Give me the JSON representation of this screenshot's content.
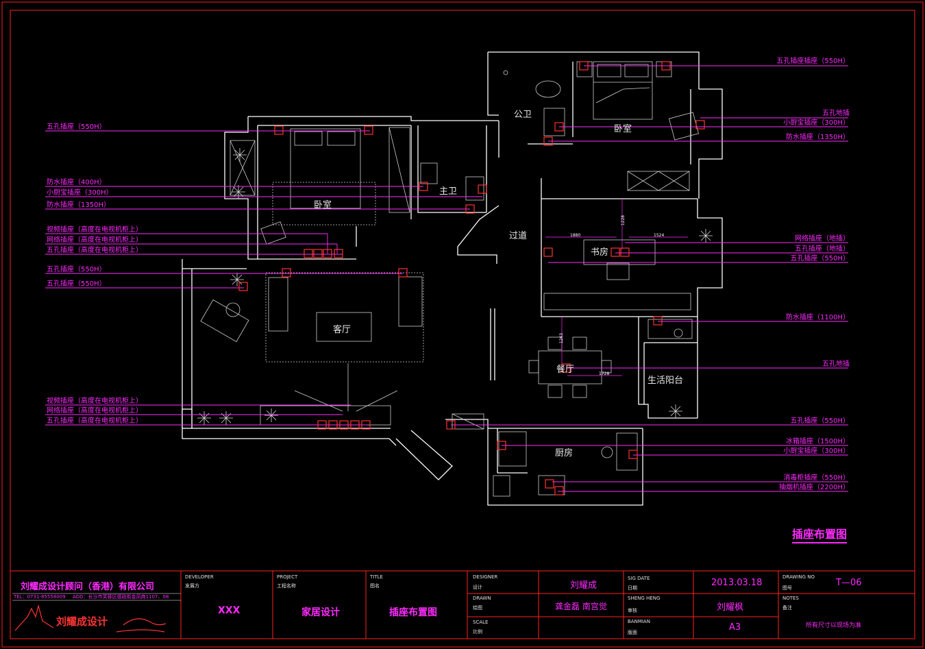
{
  "left_labels": [
    "五孔插座（550H）",
    "防水插座（400H）",
    "小厨宝插座（300H）",
    "防水插座（1350H）",
    "视频插座（高度在电视机柜上）",
    "网络插座（高度在电视机柜上）",
    "五孔插座（高度在电视机柜上）",
    "五孔插座（550H）",
    "五孔插座（550H）",
    "视频插座（高度在电视机柜上）",
    "网络插座（高度在电视机柜上）",
    "五孔插座（高度在电视机柜上）"
  ],
  "right_labels": [
    "五孔插座插座（550H）",
    "五孔地插",
    "小厨宝插座（300H）",
    "防水插座（1350H）",
    "网络插座（地插）",
    "五孔插座（地插）",
    "五孔插座（550H）",
    "防水插座（1100H）",
    "五孔地插",
    "五孔插座（550H）",
    "冰箱插座（1500H）",
    "小厨宝插座（300H）",
    "消毒柜插座（550H）",
    "抽烟机插座（2200H）"
  ],
  "rooms": {
    "public_bath": "公卫",
    "master_bed": "卧室",
    "second_bed": "卧室",
    "main_bath": "主卫",
    "corridor": "过道",
    "study": "书房",
    "living": "客厅",
    "dining": "餐厅",
    "balcony": "生活阳台",
    "kitchen": "厨房"
  },
  "dimensions": [
    "1880",
    "1524",
    "1228",
    "1728",
    "1263"
  ],
  "sheet_title": "插座布置图",
  "title_block": {
    "company": "刘耀成设计顾问（香港）有限公司",
    "tel": "TEL：0731-85558009",
    "address": "ADD：长沙市芙蓉区德政街金凤商1107、08",
    "logo_text": "刘耀成设计",
    "developer_label": "DEVELOPER",
    "developer_sub": "发展方",
    "developer_value": "XXX",
    "project_label": "PROJECT",
    "project_sub": "工程名称",
    "project_value": "家居设计",
    "title_label": "TITLE",
    "title_sub": "图名",
    "title_value": "插座布置图",
    "designer_label": "DESIGNER",
    "designer_sub": "设计",
    "designer_value": "刘耀成",
    "drawn_label": "DRAWN",
    "drawn_sub": "绘图",
    "drawn_value": "龚金磊  南宫觉",
    "scale_label": "SCALE",
    "scale_sub": "比例",
    "sig_label": "SIG DATE",
    "sig_sub": "日期",
    "date_value": "2013.03.18",
    "sheng_label": "SHENG HENG",
    "sheng_sub": "审核",
    "sheng_value": "刘耀枫",
    "banmian_label": "BANMIAN",
    "banmian_sub": "版面",
    "banmian_value": "A3",
    "no_label": "DRAWING  NO",
    "no_sub": "图号",
    "no_value": "T—06",
    "notes_label": "NOTES",
    "notes_sub": "备注",
    "notes_value": "所有尺寸以现场为准"
  },
  "colors": {
    "background": "#000000",
    "frame": "#ff2222",
    "callout": "#ff2bff",
    "wall": "#ffffff"
  }
}
